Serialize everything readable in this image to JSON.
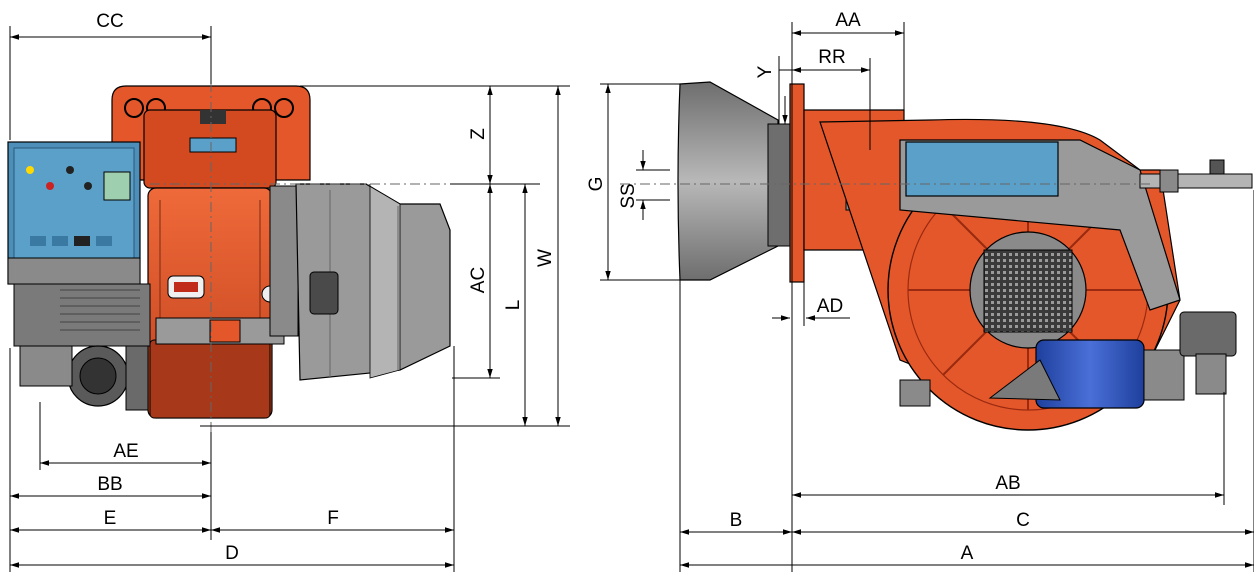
{
  "colors": {
    "burner_body": "#e4572a",
    "burner_body_dark": "#b8391a",
    "blast_tube": "#8a8a8a",
    "control_panel": "#5aa0c8",
    "motor": "#2c52b8",
    "outline": "#000000"
  },
  "labels": {
    "cc": "CC",
    "z": "Z",
    "ac": "AC",
    "l": "L",
    "w": "W",
    "ae": "AE",
    "bb": "BB",
    "e": "E",
    "f": "F",
    "d": "D",
    "aa": "AA",
    "rr": "RR",
    "y": "Y",
    "g": "G",
    "ss": "SS",
    "ad": "AD",
    "ab": "AB",
    "b": "B",
    "c": "C",
    "a": "A"
  }
}
